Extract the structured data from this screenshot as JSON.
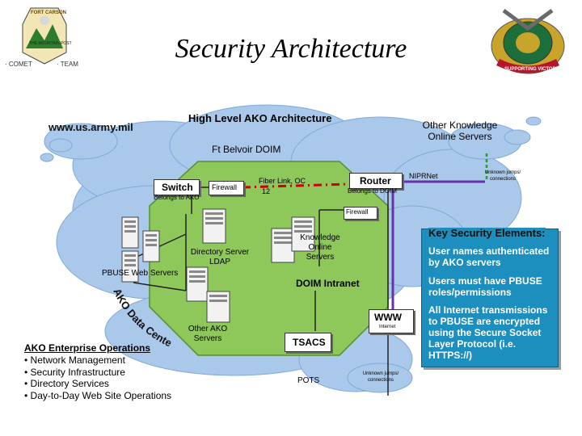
{
  "slide": {
    "title": "Security Architecture",
    "logo_left": {
      "text_top": "FORT CARSON",
      "text_mid": "THE MOUNTAIN POST",
      "tag_left": "· COMET",
      "tag_right": "· TEAM"
    },
    "logo_right": {
      "motto": "SUPPORTING VICTORY"
    }
  },
  "diagram": {
    "heading": "High Level AKO Architecture",
    "url": "www.us.army.mil",
    "other_servers": "Other Knowledge Online Servers",
    "ft_belvoir": "Ft Belvoir DOIM",
    "switch": "Switch",
    "switch_belongs": "Belongs to AKO",
    "firewall_1": "Firewall",
    "fiber_link": "Fiber Link, OC",
    "fiber_12": "12",
    "router": "Router",
    "router_belongs": "Belongs to DOIM",
    "niprnet": "NIPRNet",
    "unknown_jumps_1": "Unknown jumps/ connections",
    "firewall_2": "Firewall",
    "knowledge_online_servers": "Knowledge Online Servers",
    "directory_server": "Directory Server LDAP",
    "pbuse_web_servers": "PBUSE Web Servers",
    "doim_intranet": "DOIM Intranet",
    "ako_data_center": "AKO Data Center",
    "other_ako_servers": "Other AKO Servers",
    "www": "WWW",
    "internet": "Internet",
    "tsacs": "TSACS",
    "pots": "POTS",
    "unknown_jumps_2": "Unknown jumps/ connections"
  },
  "enterprise": {
    "heading": "AKO Enterprise Operations",
    "items": [
      "• Network Management",
      "• Security Infrastructure",
      "• Directory Services",
      "• Day-to-Day Web Site Operations"
    ]
  },
  "key": {
    "heading": "Key Security Elements:",
    "items": [
      "User names authenticated by AKO servers",
      "Users must have PBUSE roles/permissions",
      "All Internet transmissions to PBUSE are encrypted using the Secure Socket Layer Protocol (i.e. HTTPS://)"
    ]
  },
  "colors": {
    "cloud": "#a9c8ea",
    "cloud_dark": "#7faad8",
    "octagon": "#8fc85a",
    "key_box": "#1c8fbf",
    "fiber": "#cc0000",
    "nipr_line": "#6633aa",
    "green_dash": "#2e9a2e"
  }
}
